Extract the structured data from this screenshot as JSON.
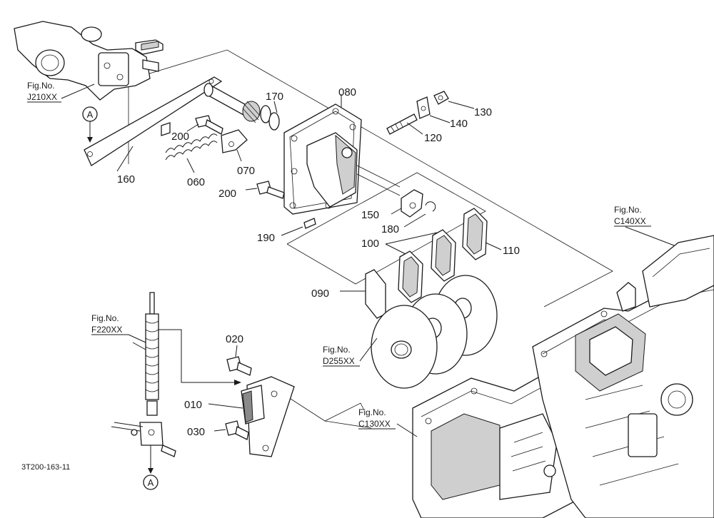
{
  "diagram": {
    "part_labels": {
      "p010": "010",
      "p020": "020",
      "p030": "030",
      "p060": "060",
      "p070": "070",
      "p080": "080",
      "p090": "090",
      "p100": "100",
      "p110": "110",
      "p120": "120",
      "p130": "130",
      "p140": "140",
      "p150": "150",
      "p160": "160",
      "p170": "170",
      "p180": "180",
      "p190": "190",
      "p200a": "200",
      "p200b": "200"
    },
    "figure_refs": {
      "j210": {
        "title": "Fig.No.",
        "code": "J210XX"
      },
      "f220": {
        "title": "Fig.No.",
        "code": "F220XX"
      },
      "c140": {
        "title": "Fig.No.",
        "code": "C140XX"
      },
      "d255": {
        "title": "Fig.No.",
        "code": "D255XX"
      },
      "c130": {
        "title": "Fig.No.",
        "code": "C130XX"
      }
    },
    "connector_markers": {
      "a_top": "A",
      "a_bottom": "A"
    },
    "drawing_code": "3T200-163-11"
  }
}
